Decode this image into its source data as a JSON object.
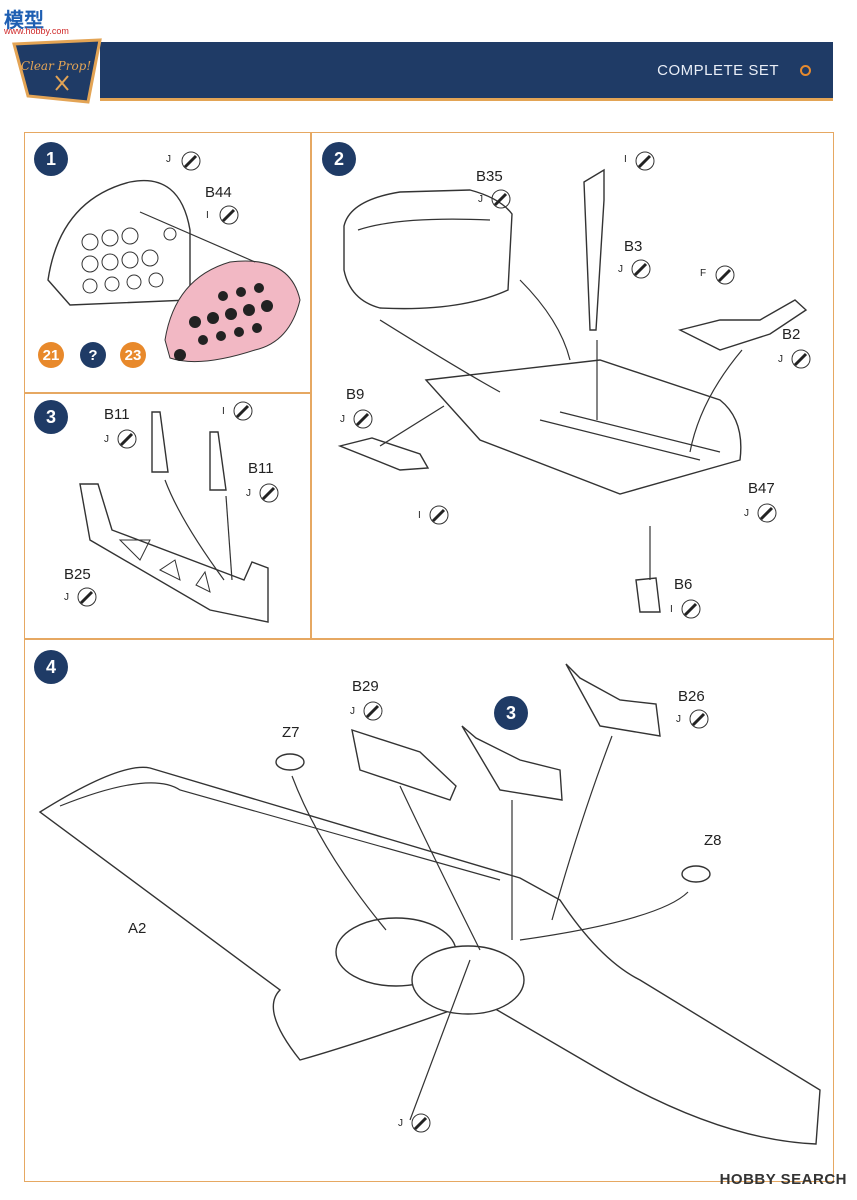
{
  "watermark": {
    "top": "模型",
    "sub": "www.hobby.com",
    "bottom": "HOBBY SEARCH"
  },
  "header": {
    "title": "COMPLETE SET",
    "brand": "Clear Prop!"
  },
  "colors": {
    "header": "#1f3b66",
    "accent": "#e6a862",
    "pink": "#f2b8c4",
    "orange": "#e8892b"
  },
  "steps": {
    "s1": {
      "number": "1",
      "labels": {
        "j": "J",
        "b44": "B44",
        "i": "I"
      },
      "callouts": [
        "21",
        "?",
        "23"
      ]
    },
    "s2": {
      "number": "2",
      "labels": {
        "b35": "B35",
        "j1": "J",
        "i1": "I",
        "b3": "B3",
        "j2": "J",
        "f": "F",
        "b2": "B2",
        "j3": "J",
        "b9": "B9",
        "j4": "J",
        "i2": "I",
        "b47": "B47",
        "j5": "J",
        "b6": "B6",
        "i3": "I"
      }
    },
    "s3": {
      "number": "3",
      "labels": {
        "b11a": "B11",
        "i": "I",
        "j1": "J",
        "b11b": "B11",
        "j2": "J",
        "b25": "B25",
        "j3": "J"
      }
    },
    "s4": {
      "number": "4",
      "sub_step": "3",
      "labels": {
        "b29": "B29",
        "j1": "J",
        "z7": "Z7",
        "b26": "B26",
        "j2": "J",
        "z8": "Z8",
        "a2": "A2",
        "j3": "J"
      }
    }
  }
}
